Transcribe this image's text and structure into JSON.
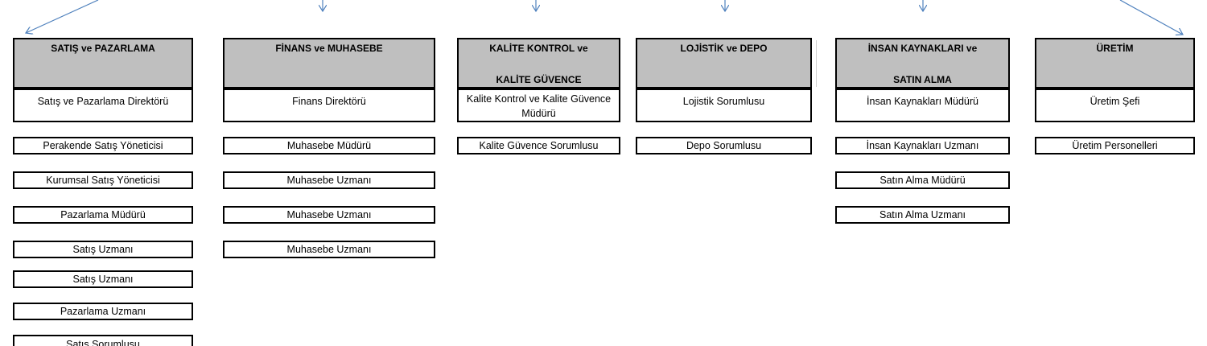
{
  "departments": [
    {
      "title": "SATIŞ ve PAZARLAMA",
      "title2": "",
      "manager": "Satış ve Pazarlama Direktörü",
      "positions": [
        "Perakende Satış Yöneticisi",
        "Kurumsal Satış Yöneticisi",
        "Pazarlama Müdürü",
        "Satış Uzmanı",
        "Satış Uzmanı",
        "Pazarlama Uzmanı",
        "Satış Sorumlusu"
      ]
    },
    {
      "title": "FİNANS ve MUHASEBE",
      "title2": "",
      "manager": "Finans Direktörü",
      "positions": [
        "Muhasebe Müdürü",
        "Muhasebe Uzmanı",
        "Muhasebe Uzmanı",
        "Muhasebe Uzmanı"
      ]
    },
    {
      "title": "KALİTE KONTROL ve",
      "title2": "KALİTE GÜVENCE",
      "manager": "Kalite Kontrol ve Kalite Güvence Müdürü",
      "positions": [
        "Kalite Güvence Sorumlusu"
      ]
    },
    {
      "title": "LOJİSTİK ve DEPO",
      "title2": "",
      "manager": "Lojistik Sorumlusu",
      "positions": [
        "Depo Sorumlusu"
      ]
    },
    {
      "title": "İNSAN KAYNAKLARI ve",
      "title2": "SATIN ALMA",
      "manager": "İnsan Kaynakları Müdürü",
      "positions": [
        "İnsan Kaynakları Uzmanı",
        "Satın Alma Müdürü",
        "Satın Alma Uzmanı"
      ]
    },
    {
      "title": "ÜRETİM",
      "title2": "",
      "manager": "Üretim Şefi",
      "positions": [
        "Üretim Personelleri"
      ]
    }
  ],
  "colors": {
    "header_fill": "#bfbfbf",
    "connector": "#4f81bd",
    "border": "#000000"
  }
}
